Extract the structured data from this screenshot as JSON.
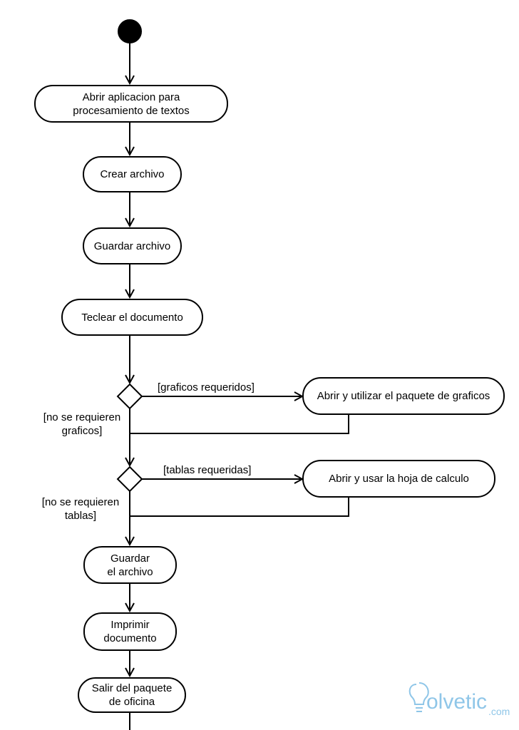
{
  "activities": {
    "open_app": [
      "Abrir aplicacion para",
      "procesamiento de textos"
    ],
    "create_file": "Crear archivo",
    "save_file": "Guardar archivo",
    "type_doc": "Teclear el documento",
    "graphics_pkg": "Abrir y utilizar el paquete de graficos",
    "spreadsheet": "Abrir y usar la hoja de calculo",
    "save_file_2": [
      "Guardar",
      "el archivo"
    ],
    "print_doc": [
      "Imprimir",
      "documento"
    ],
    "exit_suite": [
      "Salir del paquete",
      "de oficina"
    ]
  },
  "guards": {
    "graphics_required": "[graficos requeridos]",
    "no_graphics": [
      "[no se requieren",
      "graficos]"
    ],
    "tables_required": "[tablas requeridas]",
    "no_tables": [
      "[no se requieren",
      "tablas]"
    ]
  },
  "watermark": {
    "name": "olvetic",
    "suffix": ".com",
    "color": "#8fc6e8"
  }
}
